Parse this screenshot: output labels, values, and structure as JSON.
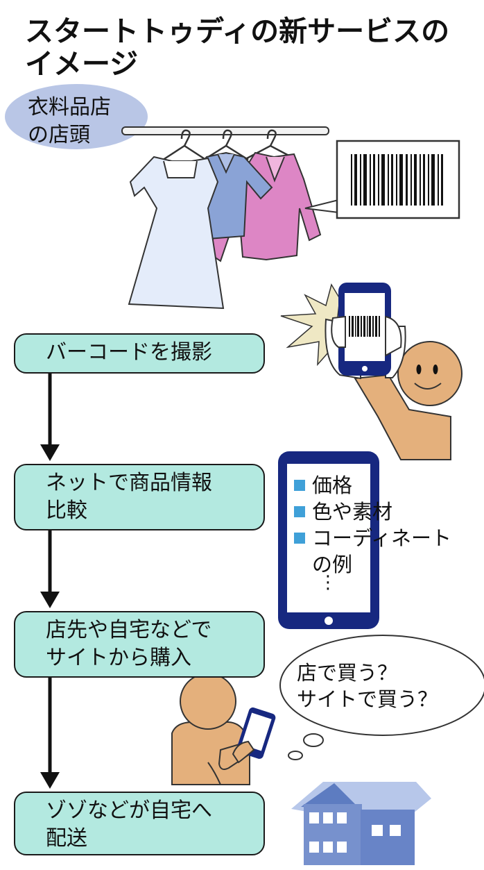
{
  "title": {
    "line1": "スタートトゥディの新サービスの",
    "line2": "イメージ"
  },
  "store_label": {
    "line1": "衣料品店",
    "line2": "の店頭"
  },
  "steps": [
    {
      "line1": "バーコードを撮影",
      "line2": ""
    },
    {
      "line1": "ネットで商品情報",
      "line2": "比較"
    },
    {
      "line1": "店先や自宅などで",
      "line2": "サイトから購入"
    },
    {
      "line1": "ゾゾなどが自宅へ",
      "line2": "配送"
    }
  ],
  "phone_info": {
    "items": [
      {
        "line1": "価格",
        "line2": ""
      },
      {
        "line1": "色や素材",
        "line2": ""
      },
      {
        "line1": "コーディネート",
        "line2": "の例"
      }
    ],
    "ellipsis": "⋮"
  },
  "thought_bubble": {
    "line1": "店で買う？",
    "line2": "サイトで買う？"
  },
  "colors": {
    "step_fill": "#b3e9e0",
    "label_ellipse": "#b9c6e6",
    "dress": "#e4ecfa",
    "shirt_blue": "#8aa3d6",
    "blouse_pink": "#dd86c5",
    "phone_navy": "#172880",
    "skin": "#e4b07c",
    "house_blue": "#7791cd",
    "house_roof": "#b7c7ea",
    "flash": "#efe8c4",
    "bullet": "#3fa0d8"
  }
}
